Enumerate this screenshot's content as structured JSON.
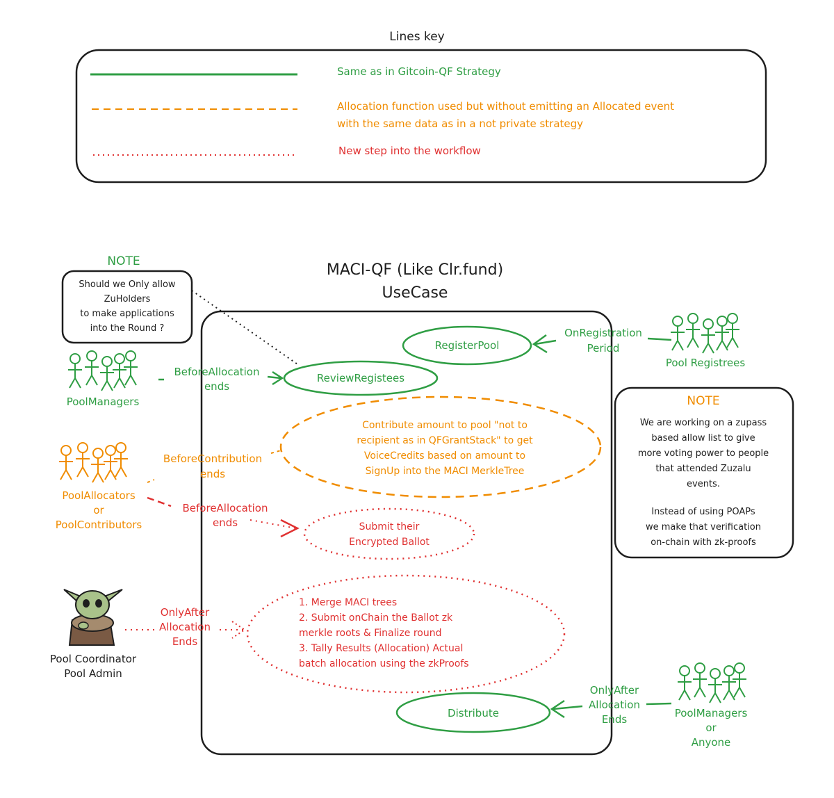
{
  "colors": {
    "green": "#2f9e44",
    "orange": "#f08c00",
    "red": "#e03131",
    "ink": "#1e1e1e"
  },
  "key": {
    "title": "Lines key",
    "solid_label": "Same as in Gitcoin-QF Strategy",
    "dashed_label_line1": "Allocation function used but without emitting an Allocated event",
    "dashed_label_line2": "with the same data as in a not private strategy",
    "dotted_label": "New step into the workflow"
  },
  "diagram": {
    "title_line1": "MACI-QF (Like Clr.fund)",
    "title_line2": "UseCase"
  },
  "note_left": {
    "heading": "NOTE",
    "line1": "Should we Only allow",
    "line2": "ZuHolders",
    "line3": "to make applications",
    "line4": "into the Round ?"
  },
  "note_right": {
    "heading": "NOTE",
    "line1": "We are working on a zupass",
    "line2": "based allow list to give",
    "line3": "more voting power to people",
    "line4": "that attended Zuzalu",
    "line5": "events.",
    "line6": "Instead of using POAPs",
    "line7": "we make that verification",
    "line8": "on-chain with zk-proofs"
  },
  "use_cases": {
    "register_pool": "RegisterPool",
    "review_registees": "ReviewRegistees",
    "contribute_line1": "Contribute amount to pool \"not to",
    "contribute_line2": "recipient as in QFGrantStack\" to get",
    "contribute_line3": "VoiceCredits based on amount to",
    "contribute_line4": "SignUp into the MACI MerkleTree",
    "submit_line1": "Submit their",
    "submit_line2": "Encrypted Ballot",
    "finalize_line1": "1. Merge MACI trees",
    "finalize_line2": "2. Submit onChain the Ballot zk",
    "finalize_line3": "merkle roots & Finalize round",
    "finalize_line4": "3. Tally Results (Allocation) Actual",
    "finalize_line5": "batch allocation using the zkProofs",
    "distribute": "Distribute"
  },
  "actors": {
    "pool_registrees": "Pool Registrees",
    "pool_managers": "PoolManagers",
    "allocators_line1": "PoolAllocators",
    "allocators_line2": "or",
    "allocators_line3": "PoolContributors",
    "coordinator_line1": "Pool Coordinator",
    "coordinator_line2": "Pool Admin",
    "distributors_line1": "PoolManagers",
    "distributors_line2": "or",
    "distributors_line3": "Anyone"
  },
  "edges": {
    "on_registration_line1": "OnRegistration",
    "on_registration_line2": "Period",
    "before_allocation_green_line1": "BeforeAllocation",
    "before_allocation_green_line2": "ends",
    "before_contribution_line1": "BeforeContribution",
    "before_contribution_line2": "ends",
    "before_allocation_red_line1": "BeforeAllocation",
    "before_allocation_red_line2": "ends",
    "only_after_red_line1": "OnlyAfter",
    "only_after_red_line2": "Allocation",
    "only_after_red_line3": "Ends",
    "only_after_green_line1": "OnlyAfter",
    "only_after_green_line2": "Allocation",
    "only_after_green_line3": "Ends"
  }
}
